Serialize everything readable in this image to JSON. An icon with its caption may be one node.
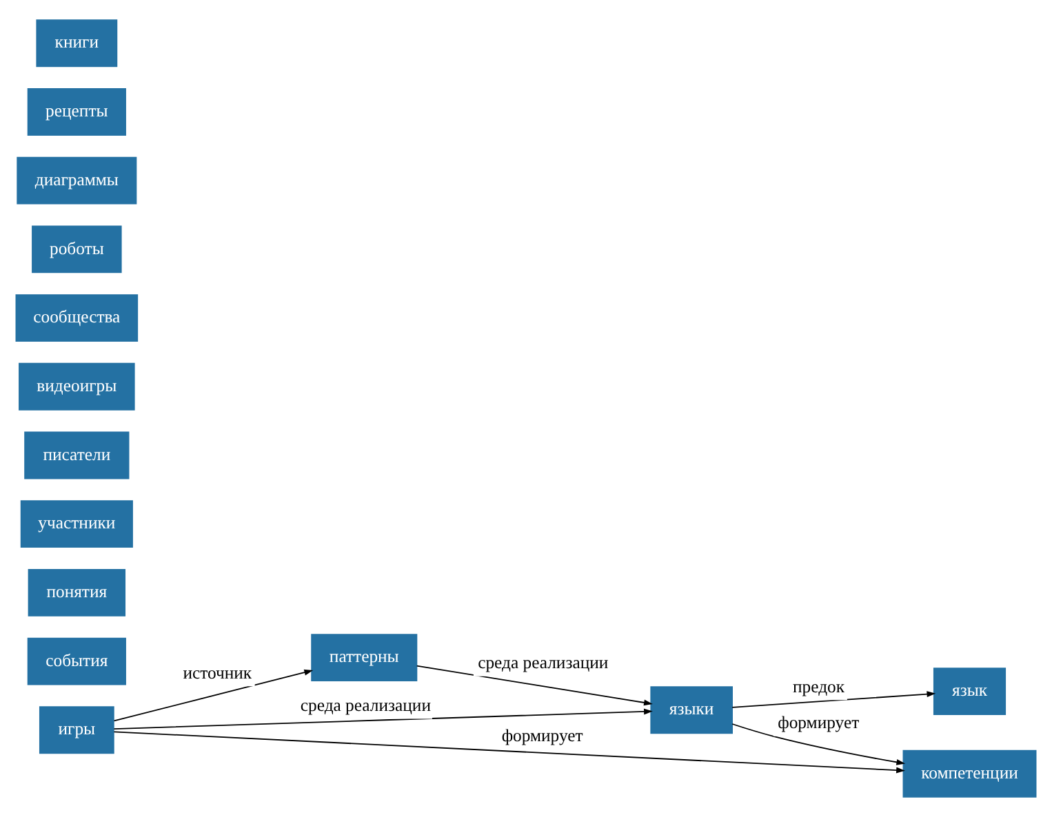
{
  "diagram": {
    "nodes": [
      {
        "text": [
          "паттерны"
        ]
      },
      {
        "text": [
          "события"
        ]
      },
      {
        "text": [
          "понятия"
        ]
      },
      {
        "text": [
          "участники"
        ]
      },
      {
        "text": [
          "писатели"
        ]
      },
      {
        "text": [
          "видеоигры"
        ]
      },
      {
        "text": [
          "игры"
        ]
      },
      {
        "text": [
          "языки"
        ]
      },
      {
        "text": [
          "язык"
        ]
      },
      {
        "text": [
          "сообщества"
        ]
      },
      {
        "text": [
          "роботы"
        ]
      },
      {
        "text": [
          "диаграммы"
        ]
      },
      {
        "text": [
          "рецепты"
        ]
      },
      {
        "text": [
          "книги"
        ]
      },
      {
        "text": [
          "компетенции"
        ]
      }
    ],
    "edges": [
      {
        "from": 6,
        "to": 0,
        "arrow": "to",
        "label": "источник"
      },
      {
        "from": 0,
        "to": 7,
        "arrow": "to",
        "label": "среда реализации"
      },
      {
        "from": 6,
        "to": 7,
        "arrow": "to",
        "label": "среда реализации"
      },
      {
        "from": 7,
        "to": 8,
        "arrow": "to",
        "label": "предок"
      },
      {
        "from": 6,
        "to": 14,
        "arrow": "to",
        "label": "формирует"
      },
      {
        "from": 7,
        "to": 14,
        "arrow": "to",
        "label": "формирует"
      }
    ]
  }
}
